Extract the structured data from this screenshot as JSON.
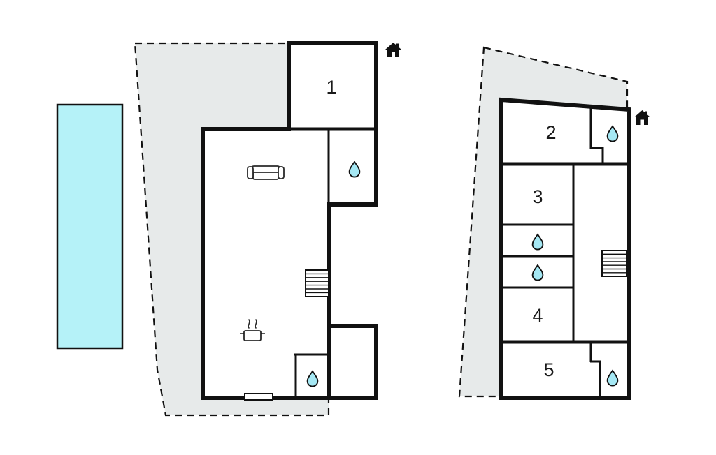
{
  "colors": {
    "background": "#ffffff",
    "pool": "#b5f2f8",
    "terrace": "#e7eaea",
    "wall": "#111111",
    "water_drop": "#a5e8f4"
  },
  "plans": {
    "left": {
      "rooms": [
        {
          "label": "1"
        }
      ]
    },
    "right": {
      "rooms": [
        {
          "label": "2"
        },
        {
          "label": "3"
        },
        {
          "label": "4"
        },
        {
          "label": "5"
        }
      ]
    }
  }
}
